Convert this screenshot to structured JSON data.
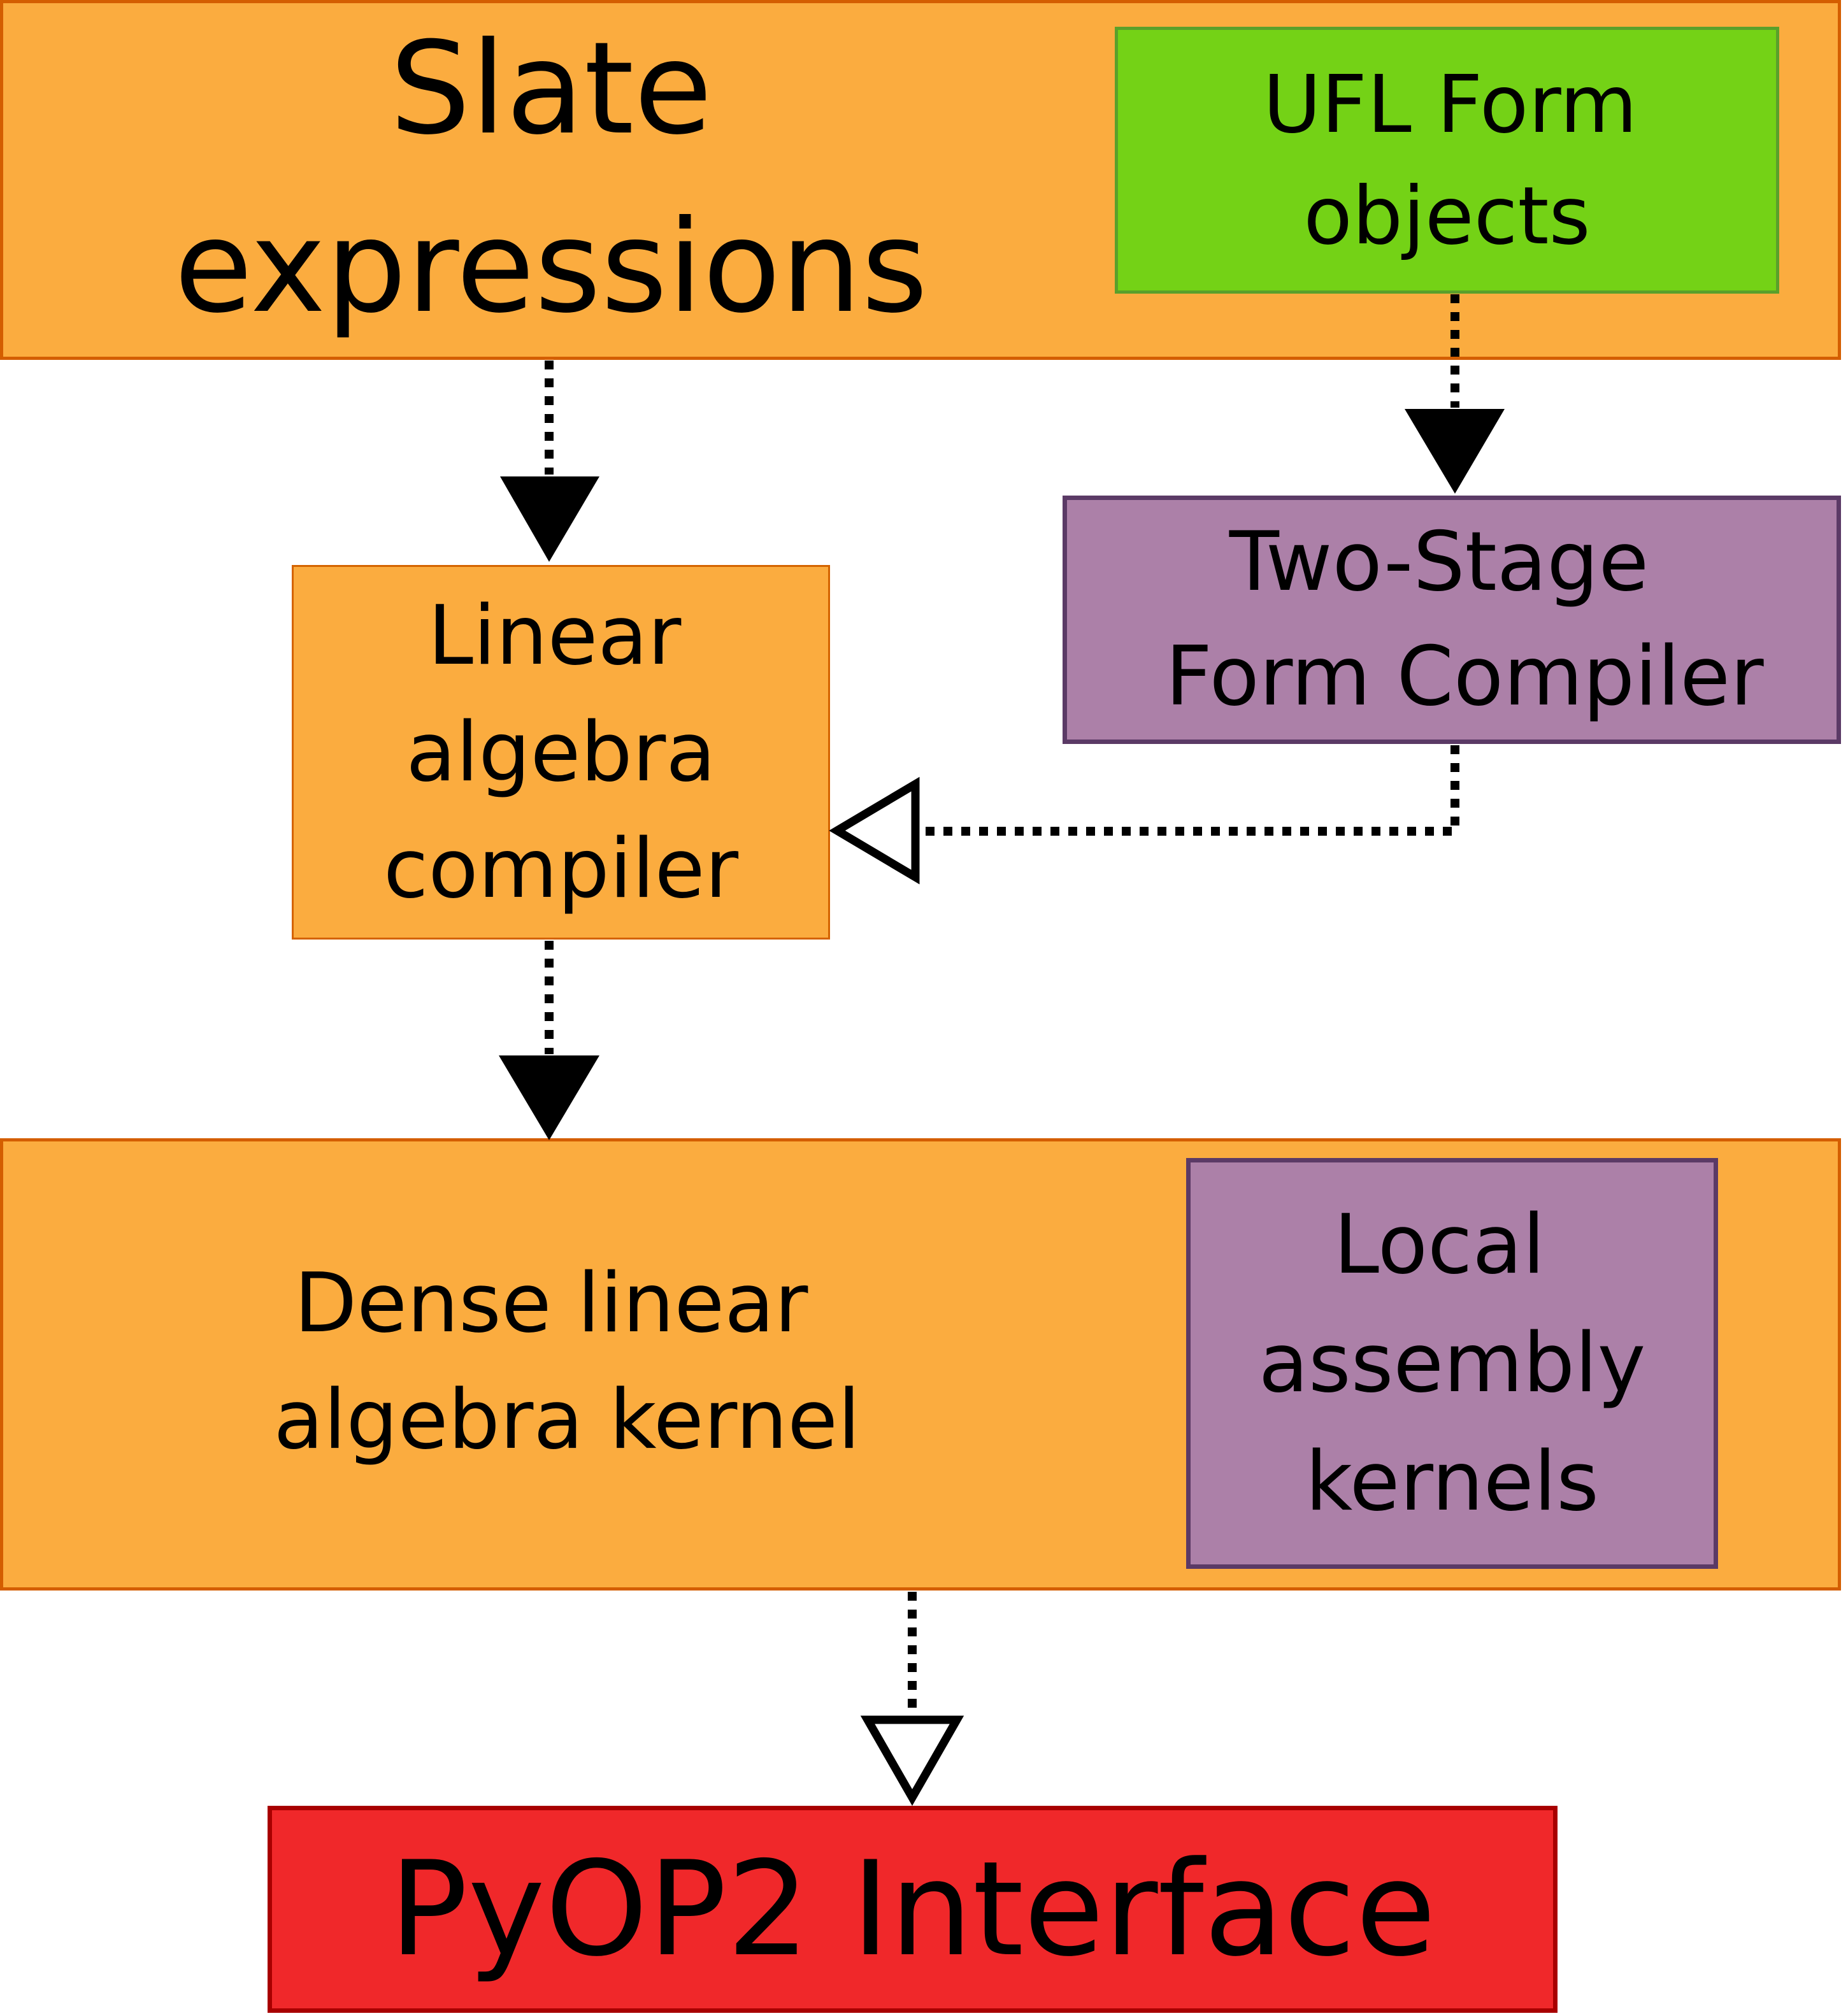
{
  "nodes": {
    "slate": {
      "line1": "Slate",
      "line2": "expressions"
    },
    "ufl": {
      "line1": "UFL Form",
      "line2": "objects"
    },
    "tsfc": {
      "line1": "Two-Stage",
      "line2": "Form Compiler"
    },
    "linalg": {
      "line1": "Linear",
      "line2": "algebra",
      "line3": "compiler"
    },
    "dense": {
      "line1": "Dense linear",
      "line2": "algebra kernel"
    },
    "local": {
      "line1": "Local",
      "line2": "assembly",
      "line3": "kernels"
    },
    "pyop2": {
      "label": "PyOP2 Interface"
    }
  },
  "edges": [
    {
      "from": "Slate expressions",
      "to": "Linear algebra compiler",
      "style": "dotted",
      "head": "filled"
    },
    {
      "from": "UFL Form objects",
      "to": "Two-Stage Form Compiler",
      "style": "dotted",
      "head": "filled"
    },
    {
      "from": "Two-Stage Form Compiler",
      "to": "Linear algebra compiler",
      "style": "dotted",
      "head": "hollow"
    },
    {
      "from": "Linear algebra compiler",
      "to": "Dense linear algebra kernel",
      "style": "dotted",
      "head": "filled"
    },
    {
      "from": "Dense linear algebra kernel",
      "to": "PyOP2 Interface",
      "style": "dotted",
      "head": "hollow"
    }
  ],
  "colors": {
    "orange": "#fbac3f",
    "green": "#74d216",
    "purple": "#ac80a8",
    "red": "#f0282a"
  }
}
